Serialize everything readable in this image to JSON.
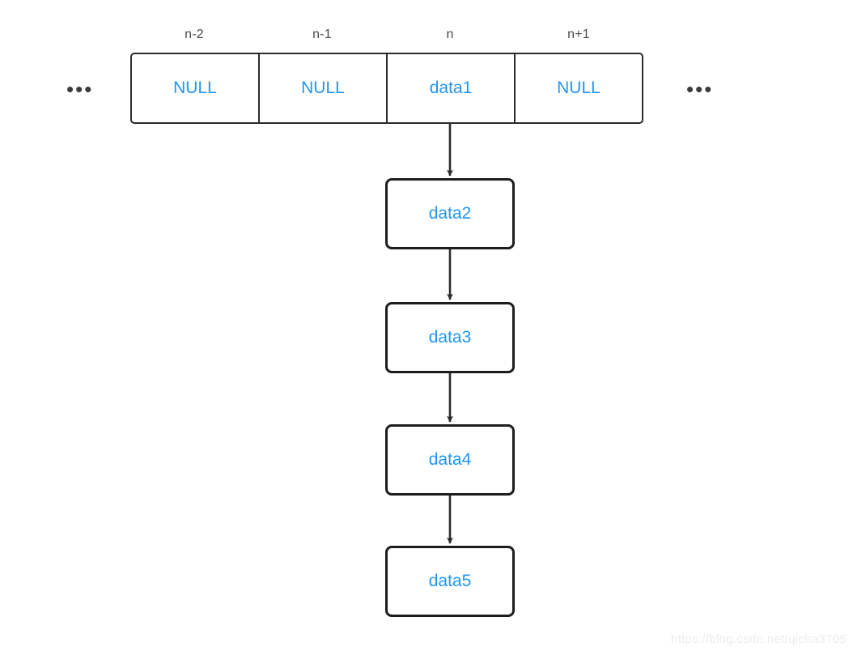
{
  "diagram": {
    "title": "hash-table-separate-chaining",
    "colors": {
      "node_text": "#2196f3",
      "border": "#1d1d1d",
      "index_label": "#4a4a4a",
      "watermark": "#ededed",
      "background": "#ffffff"
    },
    "bucket_array": {
      "left_ellipsis": "•••",
      "right_ellipsis": "•••",
      "cells": [
        {
          "index_label": "n-2",
          "value": "NULL"
        },
        {
          "index_label": "n-1",
          "value": "NULL"
        },
        {
          "index_label": "n",
          "value": "data1"
        },
        {
          "index_label": "n+1",
          "value": "NULL"
        }
      ]
    },
    "chain": [
      {
        "value": "data2"
      },
      {
        "value": "data3"
      },
      {
        "value": "data4"
      },
      {
        "value": "data5"
      }
    ]
  },
  "watermark": {
    "text": "https://blog.csdn.net/qicha3705"
  }
}
